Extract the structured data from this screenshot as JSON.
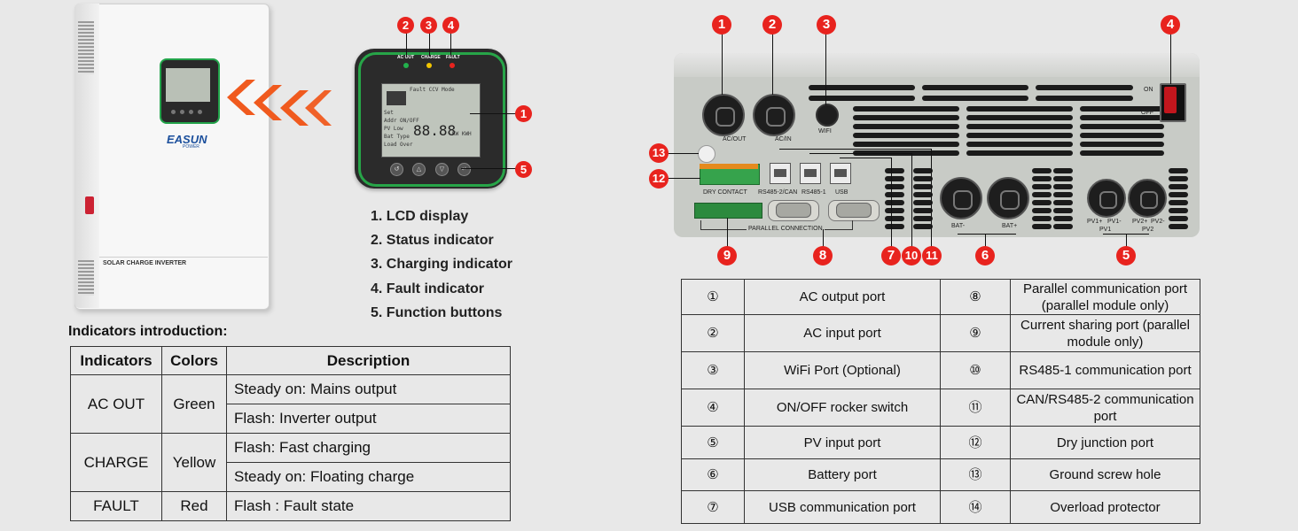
{
  "inverter": {
    "brand": "EASUN",
    "brand_sub": "POWER",
    "label": "SOLAR CHARGE INVERTER"
  },
  "panel": {
    "indicators": [
      "AC OUT",
      "CHARGE",
      "FAULT"
    ],
    "lcd_lines": [
      "Fault CCV Mode",
      "Set",
      "Addr ON/OFF",
      "PV   Low",
      "Bat  Type",
      "Load Over"
    ],
    "lcd_digits": "88.88",
    "lcd_units": "KW KWH",
    "button_icons": [
      "↺",
      "△",
      "▽",
      "↵"
    ]
  },
  "left_callouts": [
    "1",
    "2",
    "3",
    "4",
    "5"
  ],
  "legend": [
    "1. LCD display",
    "2. Status indicator",
    "3. Charging indicator",
    "4. Fault indicator",
    "5. Function buttons"
  ],
  "indicators_title": "Indicators introduction:",
  "indicator_table": {
    "headers": [
      "Indicators",
      "Colors",
      "Description"
    ],
    "groups": [
      {
        "indicator": "AC OUT",
        "color": "Green",
        "rows": [
          "Steady on: Mains output",
          "Flash: Inverter output"
        ]
      },
      {
        "indicator": "CHARGE",
        "color": "Yellow",
        "rows": [
          "Flash: Fast charging",
          "Steady on: Floating charge"
        ]
      },
      {
        "indicator": "FAULT",
        "color": "Red",
        "rows": [
          "Flash : Fault state"
        ]
      }
    ]
  },
  "back_panel": {
    "labels": {
      "ac_out": "AC/OUT",
      "ac_in": "AC/IN",
      "wifi": "WIFI",
      "on": "ON",
      "off": "OFF",
      "dry_contact": "DRY CONTACT",
      "rs485_can": "RS485-2/CAN",
      "rs485_1": "RS485-1",
      "usb": "USB",
      "parallel": "PARALLEL CONNECTION",
      "bat_minus": "BAT-",
      "bat_plus": "BAT+",
      "pv1_plus": "PV1+",
      "pv1_minus": "PV1-",
      "pv1": "PV1",
      "pv2_plus": "PV2+",
      "pv2_minus": "PV2-",
      "pv2": "PV2"
    },
    "callouts": [
      "1",
      "2",
      "3",
      "4",
      "13",
      "12",
      "9",
      "8",
      "7",
      "10",
      "11",
      "6",
      "5"
    ]
  },
  "port_table": {
    "rows": [
      {
        "n1": "①",
        "d1": "AC output port",
        "n2": "⑧",
        "d2": "Parallel communication port (parallel module only)"
      },
      {
        "n1": "②",
        "d1": "AC input port",
        "n2": "⑨",
        "d2": "Current sharing port (parallel module only)"
      },
      {
        "n1": "③",
        "d1": "WiFi Port (Optional)",
        "n2": "⑩",
        "d2": "RS485-1 communication port"
      },
      {
        "n1": "④",
        "d1": "ON/OFF rocker switch",
        "n2": "⑪",
        "d2": "CAN/RS485-2 communication port"
      },
      {
        "n1": "⑤",
        "d1": "PV input port",
        "n2": "⑫",
        "d2": "Dry junction port"
      },
      {
        "n1": "⑥",
        "d1": "Battery port",
        "n2": "⑬",
        "d2": "Ground screw hole"
      },
      {
        "n1": "⑦",
        "d1": "USB communication port",
        "n2": "⑭",
        "d2": "Overload protector"
      }
    ]
  },
  "colors": {
    "callout": "#e8231e",
    "panel_ring": "#27a548",
    "led_green": "#22b14c",
    "led_yellow": "#f2c500",
    "led_red": "#e8231e"
  }
}
